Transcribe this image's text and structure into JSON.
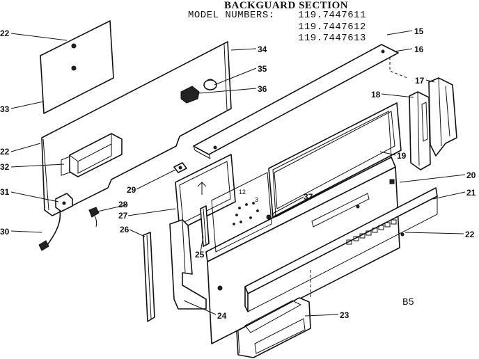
{
  "header": {
    "title": "BACKGUARD SECTION",
    "model_prefix": "MODEL NUMBERS:",
    "models": [
      "119.7447611",
      "119.7447612",
      "119.7447613"
    ]
  },
  "page_code": "B5",
  "clock_numbers": [
    "12",
    "3"
  ],
  "callouts": [
    {
      "id": "c22a",
      "text": "22"
    },
    {
      "id": "c33",
      "text": "33"
    },
    {
      "id": "c22b",
      "text": "22"
    },
    {
      "id": "c32",
      "text": "32"
    },
    {
      "id": "c31",
      "text": "31"
    },
    {
      "id": "c30",
      "text": "30"
    },
    {
      "id": "c34",
      "text": "34"
    },
    {
      "id": "c35",
      "text": "35"
    },
    {
      "id": "c36",
      "text": "36"
    },
    {
      "id": "c15",
      "text": "15"
    },
    {
      "id": "c16",
      "text": "16"
    },
    {
      "id": "c17",
      "text": "17"
    },
    {
      "id": "c18",
      "text": "18"
    },
    {
      "id": "c19",
      "text": "19"
    },
    {
      "id": "c20",
      "text": "20"
    },
    {
      "id": "c21",
      "text": "21"
    },
    {
      "id": "c22c",
      "text": "22"
    },
    {
      "id": "c29",
      "text": "29"
    },
    {
      "id": "c37",
      "text": "37"
    },
    {
      "id": "c28",
      "text": "28"
    },
    {
      "id": "c27",
      "text": "27"
    },
    {
      "id": "c26",
      "text": "26"
    },
    {
      "id": "c25",
      "text": "25"
    },
    {
      "id": "c24",
      "text": "24"
    },
    {
      "id": "c23",
      "text": "23"
    }
  ]
}
